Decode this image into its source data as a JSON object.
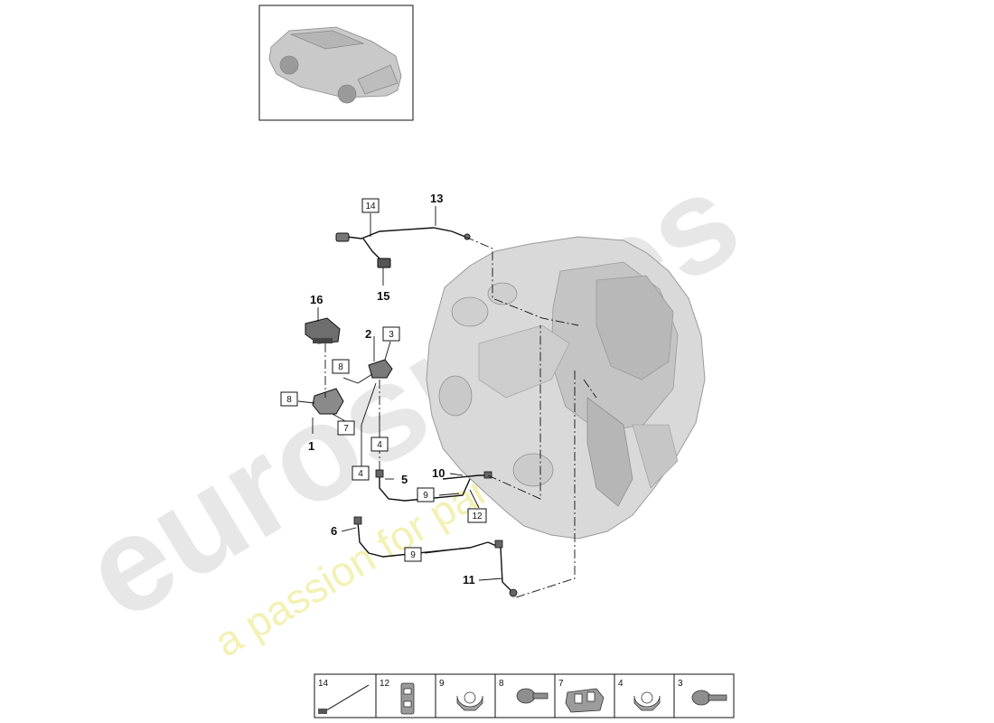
{
  "watermark": {
    "brand": "eurospares",
    "tagline": "a passion for parts since 1985"
  },
  "callouts": [
    {
      "id": "c13",
      "label": "13"
    },
    {
      "id": "c15",
      "label": "15"
    },
    {
      "id": "c16",
      "label": "16"
    },
    {
      "id": "c2",
      "label": "2"
    },
    {
      "id": "c1",
      "label": "1"
    },
    {
      "id": "c5",
      "label": "5"
    },
    {
      "id": "c10",
      "label": "10"
    },
    {
      "id": "c6",
      "label": "6"
    },
    {
      "id": "c11",
      "label": "11"
    }
  ],
  "boxed_refs": [
    {
      "id": "b14",
      "label": "14"
    },
    {
      "id": "b3",
      "label": "3"
    },
    {
      "id": "b8a",
      "label": "8"
    },
    {
      "id": "b8b",
      "label": "8"
    },
    {
      "id": "b7",
      "label": "7"
    },
    {
      "id": "b4a",
      "label": "4"
    },
    {
      "id": "b4b",
      "label": "4"
    },
    {
      "id": "b9a",
      "label": "9"
    },
    {
      "id": "b12",
      "label": "12"
    },
    {
      "id": "b9b",
      "label": "9"
    }
  ],
  "parts_strip": [
    {
      "label": "14",
      "icon": "sensor-cable-icon"
    },
    {
      "label": "12",
      "icon": "double-clip-icon"
    },
    {
      "label": "9",
      "icon": "hose-clamp-icon"
    },
    {
      "label": "8",
      "icon": "screw-icon"
    },
    {
      "label": "7",
      "icon": "bracket-clip-icon"
    },
    {
      "label": "4",
      "icon": "hose-clamp-icon"
    },
    {
      "label": "3",
      "icon": "bolt-icon"
    }
  ],
  "colors": {
    "line": "#111111",
    "engine": "#bdbdbd",
    "watermark_brand": "#e7e7e7",
    "watermark_tag": "#f3f1b4"
  }
}
